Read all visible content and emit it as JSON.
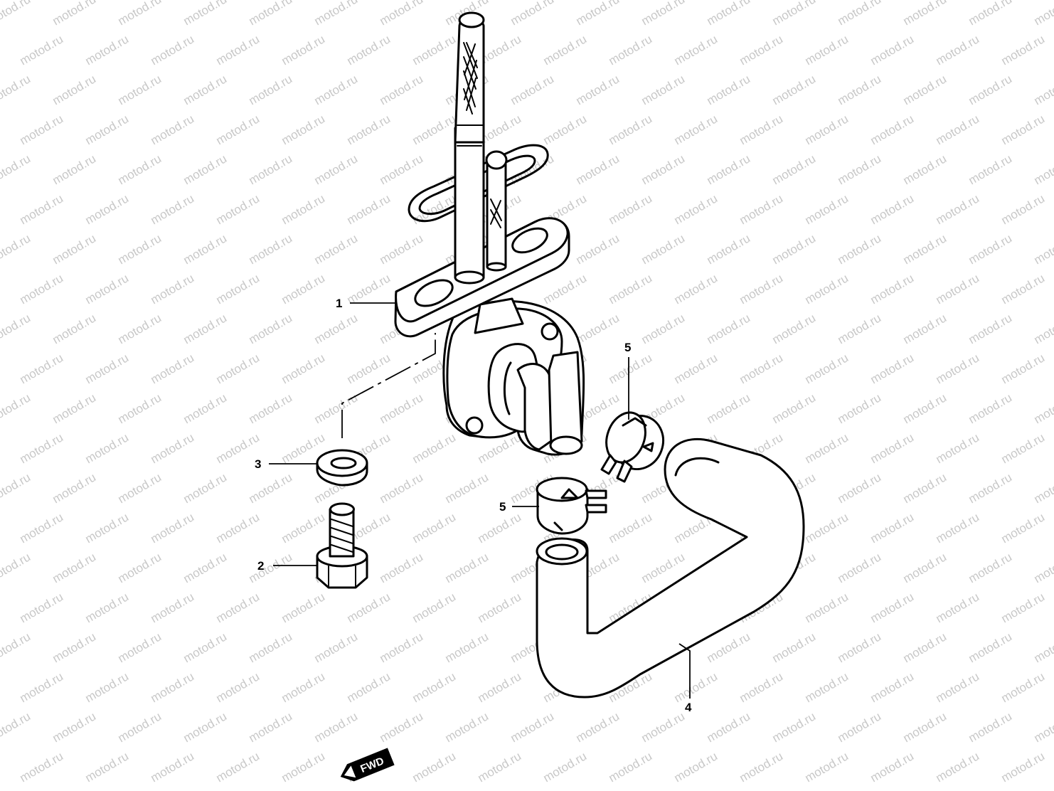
{
  "watermark": {
    "text": "motod.ru",
    "color": "#c8c8c8"
  },
  "callouts": {
    "valve": "1",
    "bolt": "2",
    "washer": "3",
    "hose": "4",
    "clamp_upper": "5",
    "clamp_lower": "5"
  },
  "fwd_arrow": {
    "label": "FWD"
  }
}
